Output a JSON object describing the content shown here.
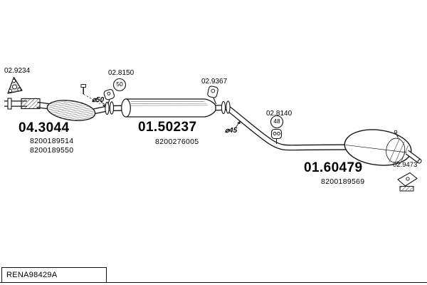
{
  "parts": {
    "catalyst": {
      "id": "04.3044",
      "ref1": "8200189514",
      "ref2": "8200189550"
    },
    "middle": {
      "id": "01.50237",
      "ref1": "8200276005"
    },
    "rear": {
      "id": "01.60479",
      "ref1": "8200189569"
    }
  },
  "mounts": {
    "front_gasket": {
      "id": "02.9234"
    },
    "hanger_front": {
      "id": "02.8150",
      "size": "50"
    },
    "hanger_middle": {
      "id": "02.9367"
    },
    "hanger_rear": {
      "id": "02.8140",
      "size": "48"
    },
    "bracket_rear": {
      "id": "02.9473"
    }
  },
  "annotations": {
    "pipe_diameter_front": "⌀50",
    "pipe_diameter_middle": "⌀45"
  },
  "title_block": {
    "drawing_number": "RENA98429A"
  }
}
